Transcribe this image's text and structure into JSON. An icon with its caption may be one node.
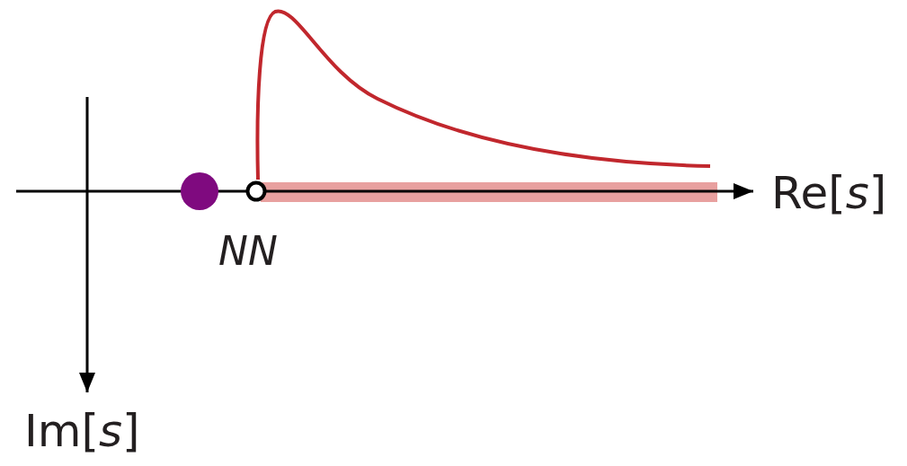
{
  "diagram": {
    "labels": [
      "Re[*s*]",
      "NN",
      "Im[*s*]"
    ]
  }
}
